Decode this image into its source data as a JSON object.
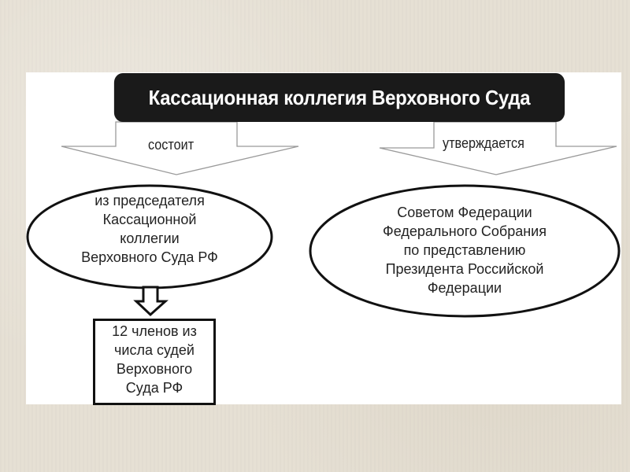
{
  "diagram": {
    "title": "Кассационная коллегия Верховного Суда",
    "arrows": {
      "left_label": "состоит",
      "right_label": "утверждается"
    },
    "left_ellipse": {
      "lines": [
        "из председателя",
        "Кассационной",
        "коллегии",
        "Верховного Суда РФ"
      ]
    },
    "right_ellipse": {
      "lines": [
        "Советом Федерации",
        "Федерального Собрания",
        "по представлению",
        "Президента Российской",
        "Федерации"
      ]
    },
    "members_box": {
      "lines": [
        "12 членов из",
        "числа судей",
        "Верховного",
        "Суда РФ"
      ]
    },
    "colors": {
      "background": "#e6e0d4",
      "panel": "#ffffff",
      "title_fill": "#1a1a1a",
      "title_text": "#ffffff",
      "outline": "#111111",
      "arrow_outline": "#9a9a9a"
    }
  }
}
